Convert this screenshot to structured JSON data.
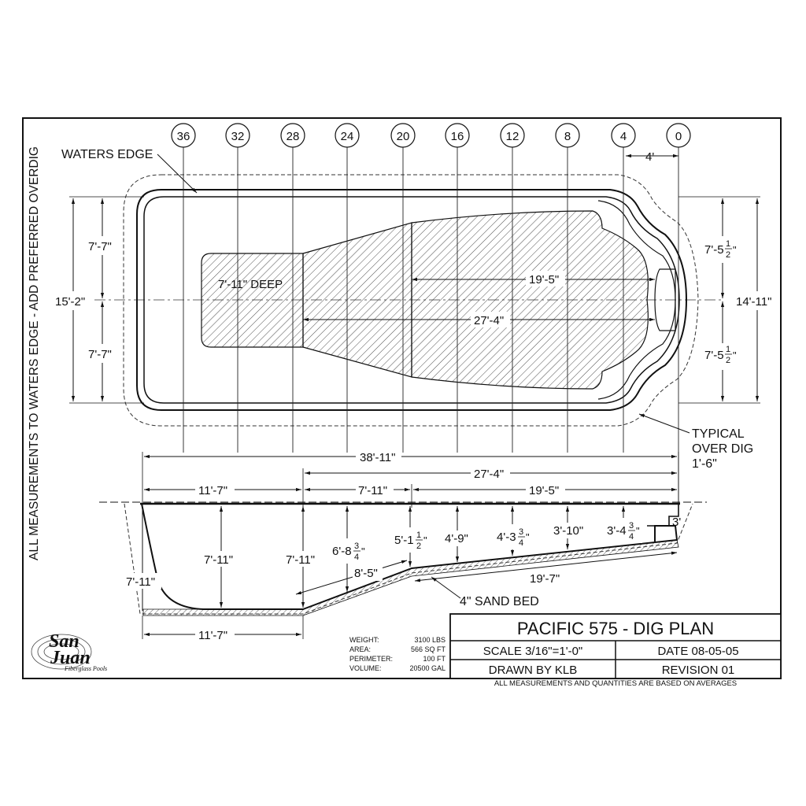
{
  "side_note": "ALL MEASUREMENTS TO WATERS EDGE - ADD PREFERRED OVERDIG",
  "stations": [
    "36",
    "32",
    "28",
    "24",
    "20",
    "16",
    "12",
    "8",
    "4",
    "0"
  ],
  "plan": {
    "waters_edge": "WATERS EDGE",
    "deep_label": "7'-11\" DEEP",
    "dim_station_4": "4'",
    "dim_left_upper": "7'-7\"",
    "dim_left_lower": "7'-7\"",
    "dim_left_total": "15'-2\"",
    "dim_right_upper": "7'-5",
    "dim_right_lower": "7'-5",
    "dim_right_total": "14'-11\"",
    "dim_shallow_len": "19'-5\"",
    "dim_slope_len": "27'-4\"",
    "typical_over_dig": [
      "TYPICAL",
      "OVER DIG",
      "1'-6\""
    ]
  },
  "profile": {
    "overall_length": "38'-11\"",
    "len_27_4": "27'-4\"",
    "len_11_7_top": "11'-7\"",
    "len_7_11": "7'-11\"",
    "len_19_5": "19'-5\"",
    "depth_left_wall": "7'-11\"",
    "depth_deep_center": "7'-11\"",
    "depth_deep_end": "7'-11\"",
    "depth_6_8": "6'-8",
    "depth_5_1": "5'-1",
    "depth_4_9": "4'-9\"",
    "depth_4_3": "4'-3",
    "depth_3_10": "3'-10\"",
    "depth_3_4": "3'-4",
    "depth_3": "3'",
    "slope_8_5": "8'-5\"",
    "floor_19_7": "19'-7\"",
    "sand_bed": "4\" SAND BED",
    "len_11_7_bottom": "11'-7\""
  },
  "fractions": {
    "half_num": "1",
    "half_den": "2",
    "three_q_num": "3",
    "three_q_den": "4",
    "tick": "\""
  },
  "specs": [
    {
      "label": "WEIGHT:",
      "value": "3100 LBS"
    },
    {
      "label": "AREA:",
      "value": "566 SQ FT"
    },
    {
      "label": "PERIMETER:",
      "value": "100 FT"
    },
    {
      "label": "VOLUME:",
      "value": "20500 GAL"
    }
  ],
  "logo": {
    "line1": "San",
    "line2": "Juan",
    "tagline": "Fiberglass Pools"
  },
  "title_block": {
    "title": "PACIFIC 575 - DIG PLAN",
    "scale": "SCALE 3/16\"=1'-0\"",
    "date": "DATE 08-05-05",
    "drawn_by": "DRAWN BY KLB",
    "revision": "REVISION 01",
    "footnote": "ALL MEASUREMENTS AND QUANTITIES ARE BASED ON AVERAGES"
  }
}
